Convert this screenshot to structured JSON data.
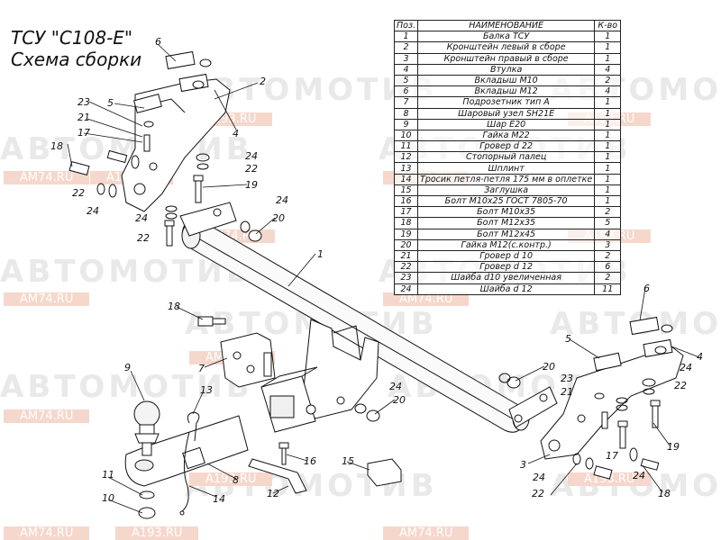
{
  "title": {
    "line1": "ТСУ \"С108-Е\"",
    "line2": "Схема сборки"
  },
  "watermark": {
    "brand": "АВТОМОТИВ",
    "site1": "AM74.RU",
    "site2": "A193.RU"
  },
  "spec_table": {
    "headers": [
      "Поз.",
      "НАИМЕНОВАНИЕ",
      "К-во"
    ],
    "rows": [
      [
        "1",
        "Балка ТСУ",
        "1"
      ],
      [
        "2",
        "Кронштейн левый в сборе",
        "1"
      ],
      [
        "3",
        "Кронштейн правый в сборе",
        "1"
      ],
      [
        "4",
        "Втулка",
        "4"
      ],
      [
        "5",
        "Вкладыш М10",
        "2"
      ],
      [
        "6",
        "Вкладыш М12",
        "4"
      ],
      [
        "7",
        "Подрозетник тип А",
        "1"
      ],
      [
        "8",
        "Шаровый узел SH21E",
        "1"
      ],
      [
        "9",
        "Шар Е20",
        "1"
      ],
      [
        "10",
        "Гайка М22",
        "1"
      ],
      [
        "11",
        "Гровер d 22",
        "1"
      ],
      [
        "12",
        "Стопорный палец",
        "1"
      ],
      [
        "13",
        "Шплинт",
        "1"
      ],
      [
        "14",
        "Тросик петля-петля 175 мм в оплетке",
        "1"
      ],
      [
        "15",
        "Заглушка",
        "1"
      ],
      [
        "16",
        "Болт М10х25 ГОСТ 7805-70",
        "1"
      ],
      [
        "17",
        "Болт М10х35",
        "2"
      ],
      [
        "18",
        "Болт М12х35",
        "5"
      ],
      [
        "19",
        "Болт М12х45",
        "4"
      ],
      [
        "20",
        "Гайка М12(с.контр.)",
        "3"
      ],
      [
        "21",
        "Гровер d 10",
        "2"
      ],
      [
        "22",
        "Гровер d 12",
        "6"
      ],
      [
        "23",
        "Шайба d10 увеличенная",
        "2"
      ],
      [
        "24",
        "Шайба d 12",
        "11"
      ]
    ]
  },
  "callouts": [
    "1",
    "2",
    "3",
    "4",
    "4",
    "5",
    "5",
    "6",
    "6",
    "7",
    "8",
    "9",
    "10",
    "11",
    "12",
    "13",
    "14",
    "15",
    "16",
    "17",
    "17",
    "18",
    "18",
    "18",
    "19",
    "19",
    "20",
    "20",
    "20",
    "21",
    "21",
    "22",
    "22",
    "22",
    "22",
    "22",
    "23",
    "23",
    "24",
    "24",
    "24",
    "24",
    "24",
    "24",
    "24",
    "24"
  ]
}
